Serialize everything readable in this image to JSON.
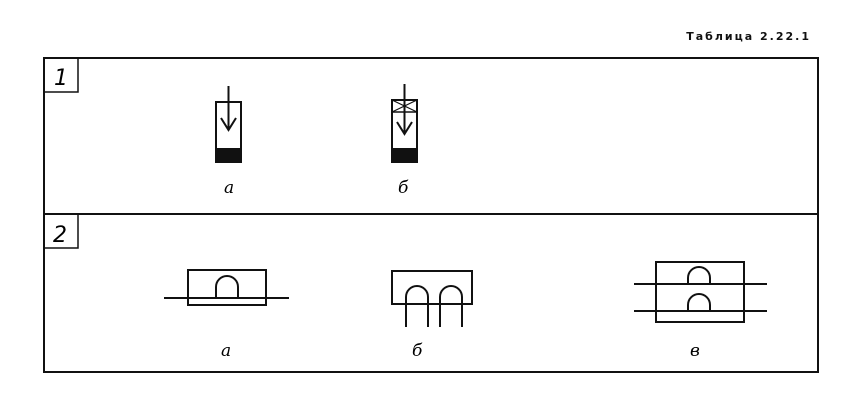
{
  "table_title": "Таблица 2.22.1",
  "rows": [
    {
      "number": "1",
      "labels": [
        "а",
        "б"
      ]
    },
    {
      "number": "2",
      "labels": [
        "а",
        "б",
        "в"
      ]
    }
  ]
}
